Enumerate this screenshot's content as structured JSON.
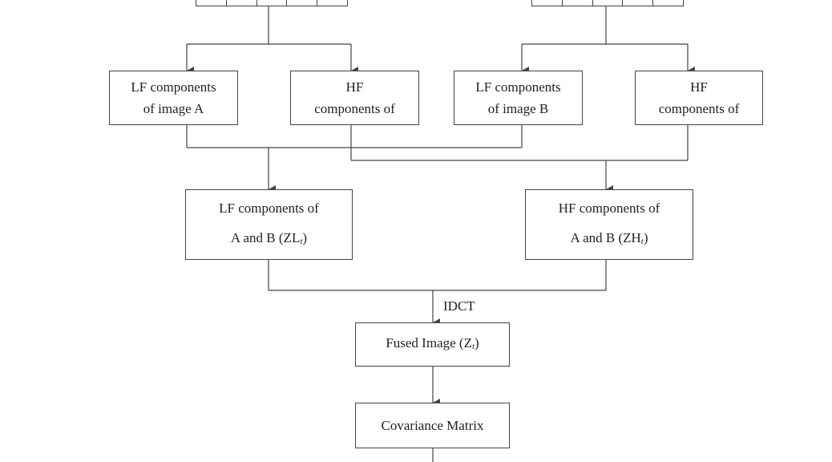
{
  "blocks_a": {
    "cell_count": 5
  },
  "blocks_b": {
    "cell_count": 5
  },
  "lf_a": {
    "line1": "LF components",
    "line2": "of image A"
  },
  "hf_a": {
    "line1": "HF",
    "line2": "components of"
  },
  "lf_b": {
    "line1": "LF components",
    "line2": "of image B"
  },
  "hf_b": {
    "line1": "HF",
    "line2": "components of"
  },
  "lf_ab": {
    "line1": "LF components of",
    "line2": "A and B (ZL",
    "subscript": "t",
    "close": ")"
  },
  "hf_ab": {
    "line1": "HF components of",
    "line2": "A and B (ZH",
    "subscript": "t",
    "close": ")"
  },
  "idct_label": "IDCT",
  "fused": {
    "text": "Fused Image (Z",
    "subscript": "t",
    "close": ")"
  },
  "covariance": {
    "text": "Covariance Matrix"
  },
  "colors": {
    "line": "#444444",
    "text": "#222222",
    "background": "#ffffff"
  }
}
